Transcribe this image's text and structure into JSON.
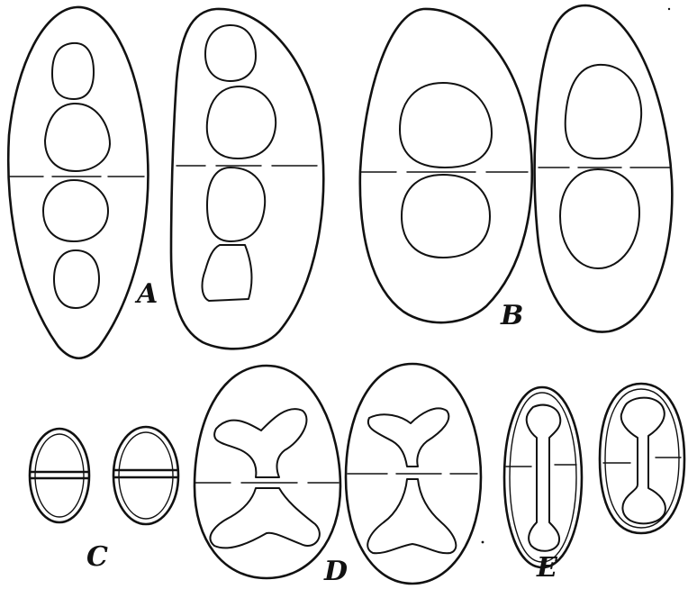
{
  "figure": {
    "labels": {
      "a": "A",
      "b": "B",
      "c": "C",
      "d": "D",
      "e": "E"
    }
  },
  "colors": {
    "ink": "#111111",
    "paper": "#ffffff"
  }
}
